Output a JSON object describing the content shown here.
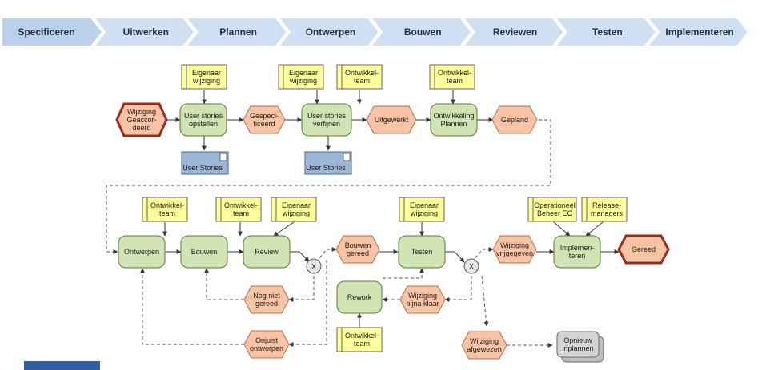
{
  "phases": [
    "Specificeren",
    "Uitwerken",
    "Plannen",
    "Ontwerpen",
    "Bouwen",
    "Reviewen",
    "Testen",
    "Implementeren"
  ],
  "colors": {
    "phase_active": "#b9d1ea",
    "phase": "#cfe0f3",
    "function": "#cfe3b3",
    "event": "#f8c4a3",
    "role": "#ffff99",
    "document": "#9db7d6",
    "start_end_border": "#9b2b1e",
    "connector": "#e6e6e6",
    "replan": "#d4d4d4"
  },
  "diagram": {
    "start_event": "Wijziging\nGeaccor-\ndeerd",
    "row1": {
      "f_user_stories_opstellen": "User stories\nopstellen",
      "e_gespecificeerd": "Gespeci-\nficeerd",
      "f_user_stories_verfijnen": "User stories\nverfijnen",
      "e_uitgewerkt": "Uitgewerkt",
      "f_ontwikkeling_plannen": "Ontwikkeling\nPlannen",
      "e_gepland": "Gepland"
    },
    "roles_row1": {
      "r1": "Eigenaar\nwijziging",
      "r2": "Eigenaar\nwijziging",
      "r3": "Ontwikkel-\nteam",
      "r4": "Ontwikkel-\nteam"
    },
    "documents": {
      "d1": "User Stories",
      "d2": "User Stories"
    },
    "row2": {
      "f_ontwerpen": "Ontwerpen",
      "f_bouwen": "Bouwen",
      "f_review": "Review",
      "e_bouwen_gereed": "Bouwen\ngereed",
      "f_testen": "Testen",
      "e_wijziging_vrijgegeven": "Wijziging\nvrijgegeven",
      "f_implementeren": "Implemen-\nteren",
      "end_event": "Gereed"
    },
    "roles_row2": {
      "r5": "Ontwikkel-\nteam",
      "r6": "Ontwikkel-\nteam",
      "r7": "Eigenaar\nwijziging",
      "r8": "Eigenaar\nwijziging",
      "r9": "Operationeel\nBeheer EC",
      "r10": "Release-\nmanagers",
      "r11": "Ontwikkel-\nteam"
    },
    "gateway_label": "X",
    "loop": {
      "e_nog_niet_gereed": "Nog niet\ngereed",
      "e_onjuist_ontworpen": "Onjuist\nontworpen",
      "f_rework": "Rework",
      "e_wijziging_bijna_klaar": "Wijziging\nbijna klaar",
      "e_wijziging_afgewezen": "Wijziging\nafgewezen",
      "f_opnieuw_inplannen": "Opnieuw\ninplannen"
    }
  }
}
